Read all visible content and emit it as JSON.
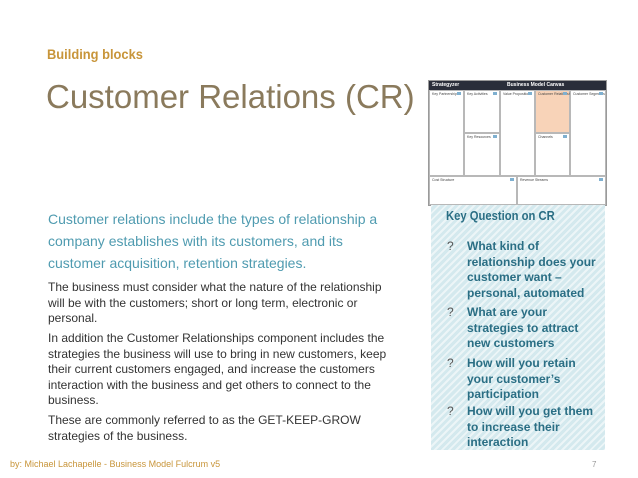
{
  "section_label": "Building blocks",
  "title": "Customer Relations (CR)",
  "canvas": {
    "brand": "Strategyzer",
    "title": "Business Model Canvas",
    "cells": {
      "key_partners": "Key Partnerships",
      "key_activities": "Key Activities",
      "value_propositions": "Value Propositions",
      "customer_relationships": "Customer Relationships",
      "customer_segments": "Customer Segments",
      "key_resources": "Key Resources",
      "channels": "Channels",
      "cost_structure": "Cost Structure",
      "revenue_streams": "Revenue Streams"
    }
  },
  "lead": "Customer relations include the types of relationship a company establishes with its customers, and its customer acquisition, retention strategies.",
  "paragraphs": [
    "The business must consider what the nature of the relationship will be with the customers; short or long term, electronic or personal.",
    "In addition the Customer Relationships component includes the strategies the business will use to bring in new customers, keep their current customers engaged, and increase the customers interaction with the business and get others to connect to the business.",
    "These are commonly referred to as the GET-KEEP-GROW strategies of the business."
  ],
  "key_question": {
    "title": "Key Question on CR",
    "bullet": "?",
    "items": [
      "What kind of relationship does your customer want – personal, automated",
      "What are your strategies to attract new customers",
      "How will you retain your customer’s participation",
      "How will you get them to increase their interaction"
    ]
  },
  "footer": "by: Michael Lachapelle - Business Model Fulcrum v5",
  "page_number": "7",
  "colors": {
    "section_label": "#c8953a",
    "title": "#8a7a5c",
    "lead_text": "#4f9bb0",
    "panel_bg": "#d4e9ee",
    "panel_text": "#2a6e84",
    "highlight_cell": "#f8d3b8"
  }
}
